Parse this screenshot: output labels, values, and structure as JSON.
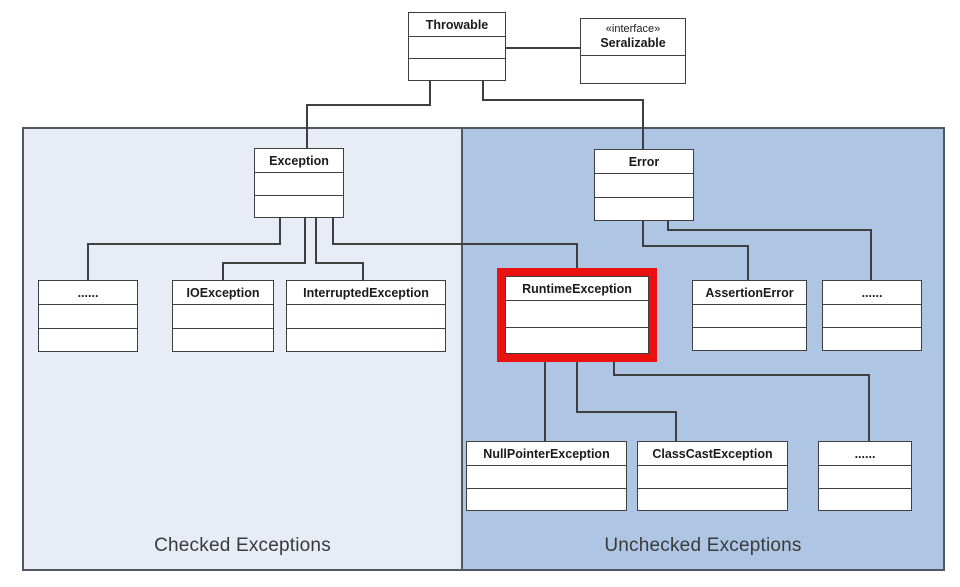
{
  "nodes": {
    "throwable": "Throwable",
    "serializable_stereotype": "«interface»",
    "serializable": "Seralizable",
    "exception": "Exception",
    "error": "Error",
    "checked_more": "......",
    "ioexception": "IOException",
    "interruptedexception": "InterruptedException",
    "runtimeexception": "RuntimeException",
    "assertionerror": "AssertionError",
    "error_more": "......",
    "nullpointerexception": "NullPointerException",
    "classcastexception": "ClassCastException",
    "runtime_more": "......"
  },
  "regions": {
    "checked": {
      "label": "Checked Exceptions"
    },
    "unchecked": {
      "label": "Unchecked Exceptions"
    }
  },
  "colors": {
    "region_checked": "#e7ecf7",
    "region_unchecked": "#aec6e4",
    "region_border": "#4f5763",
    "box_border": "#3f3f3f",
    "box_fill": "#ffffff",
    "connector": "#3f3f3f",
    "highlight": "#ea1111",
    "title_text": "#1a1a1a",
    "label_text": "#3a3a3a",
    "background": "#ffffff"
  }
}
